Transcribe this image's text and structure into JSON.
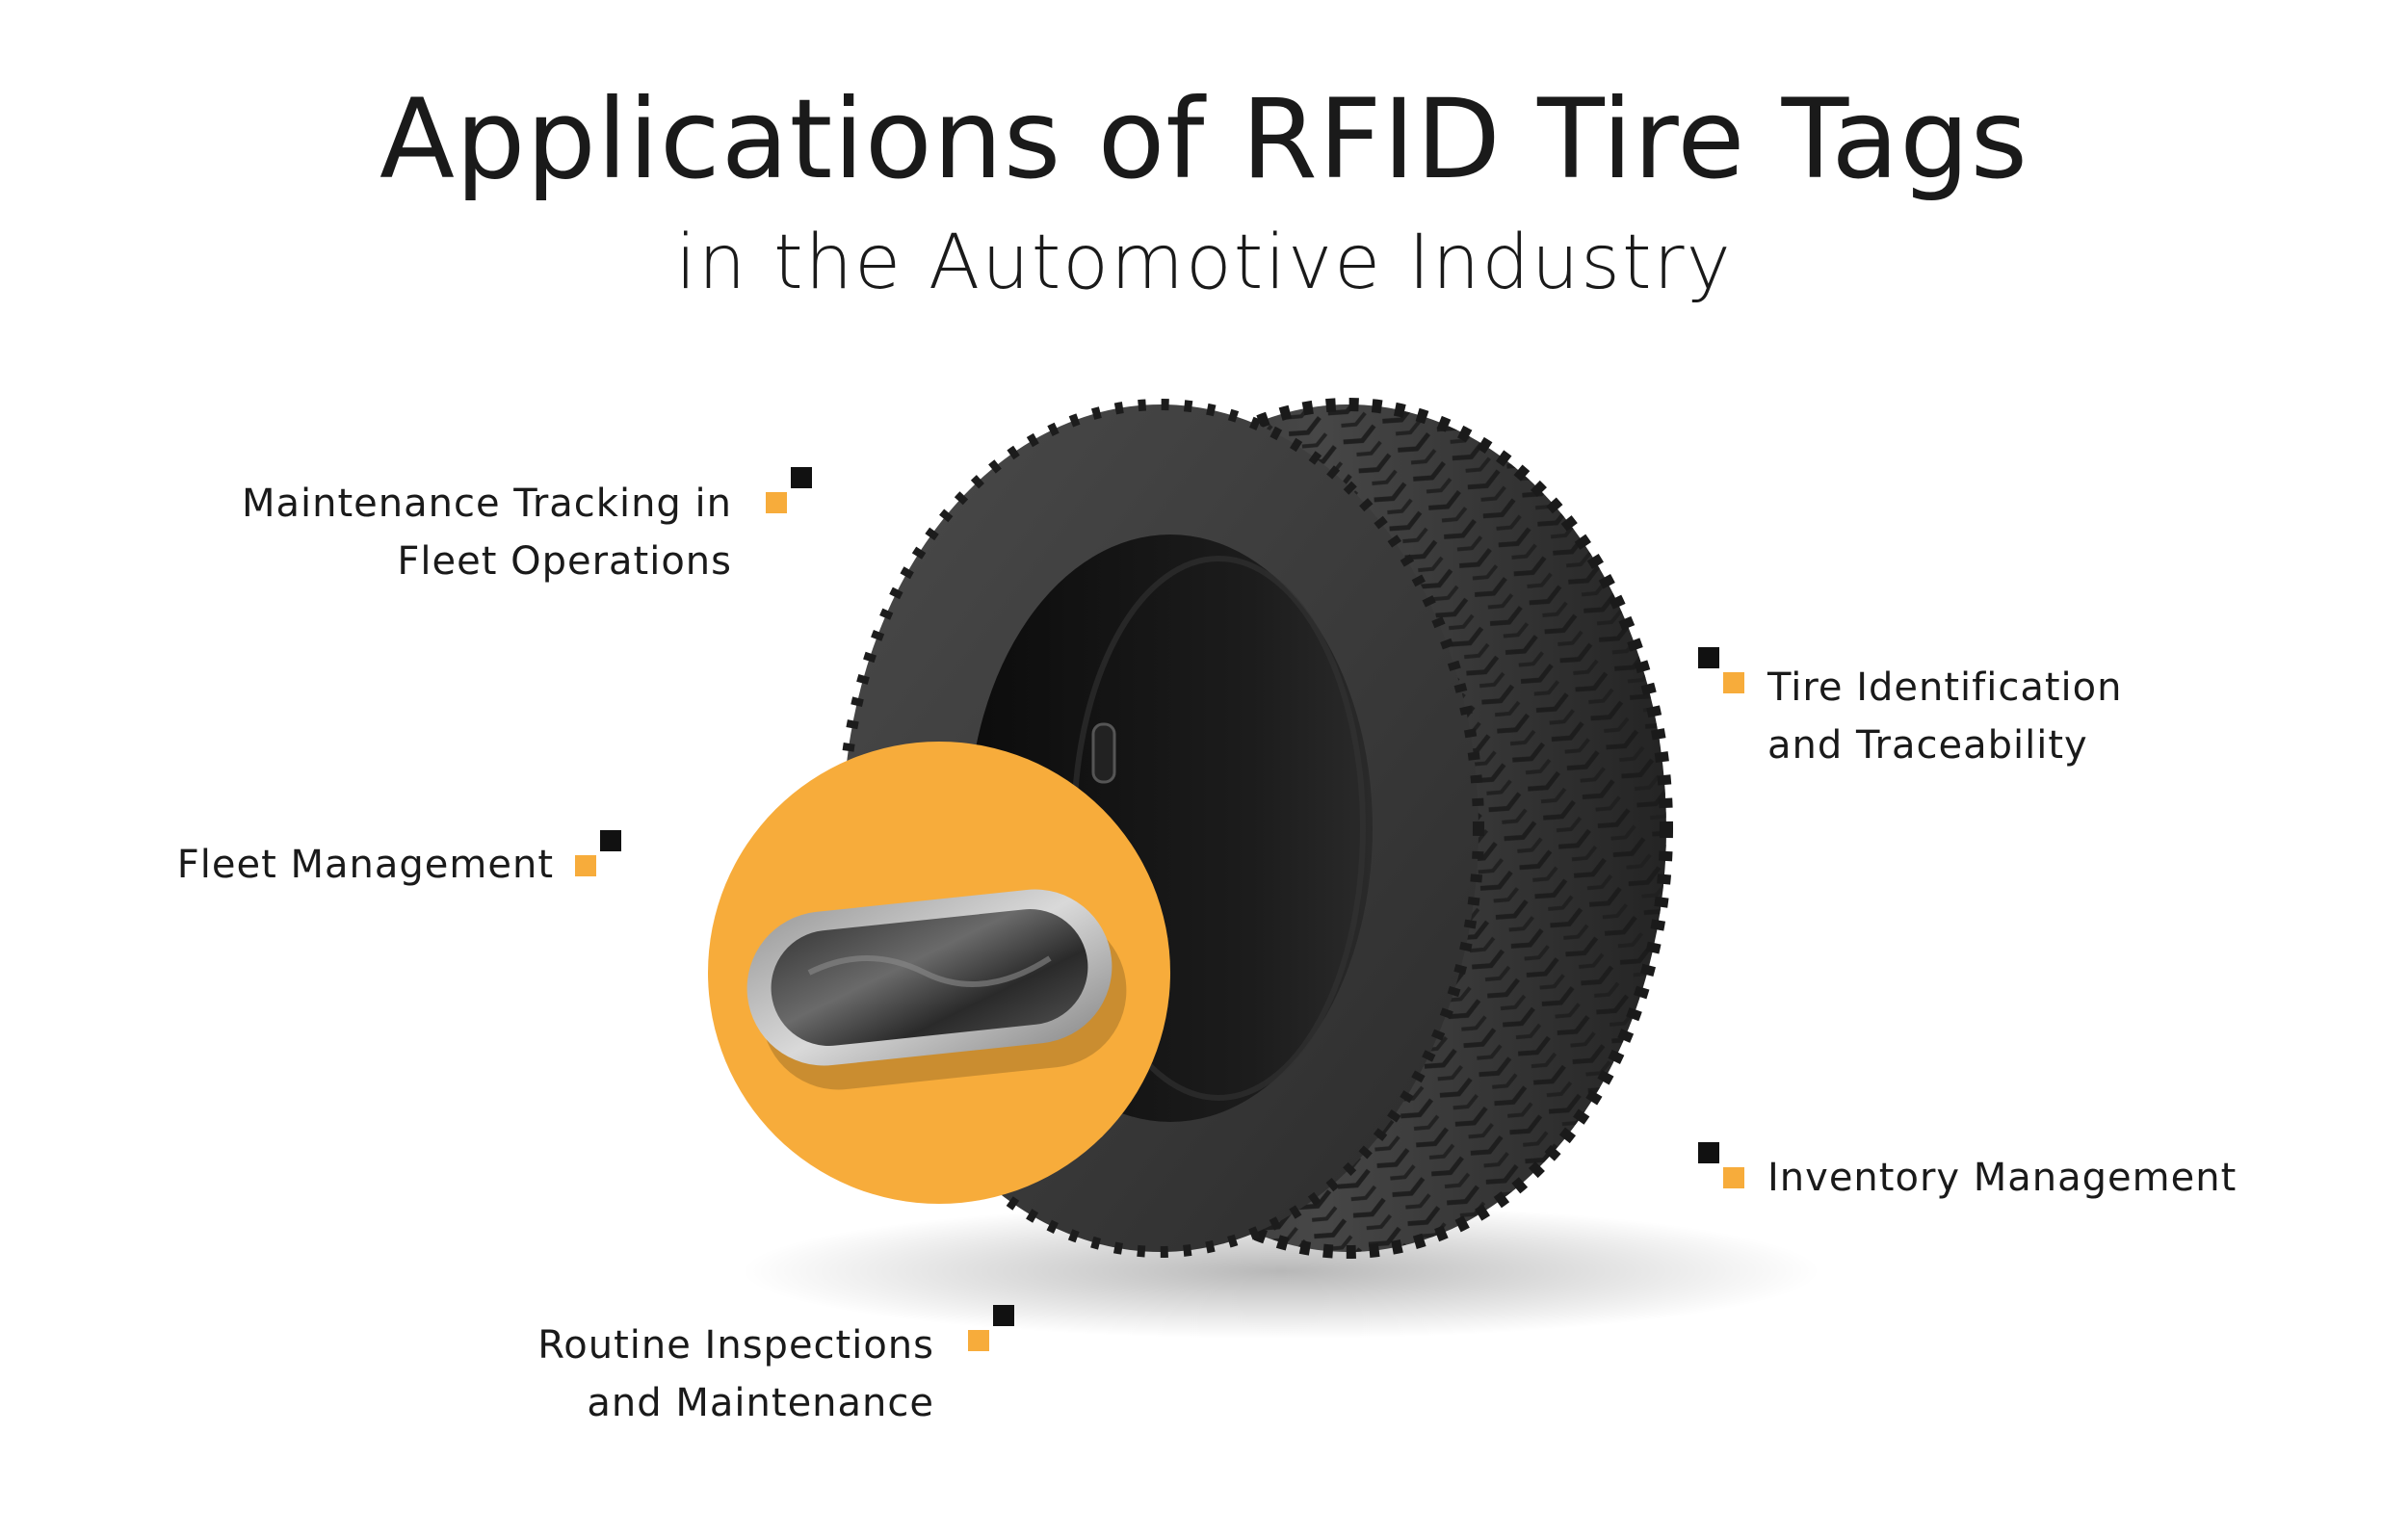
{
  "title": "Applications of RFID Tire Tags",
  "subtitle": "in the Automotive Industry",
  "colors": {
    "accent": "#f7ac3b",
    "dark": "#111111",
    "tire": "#3a3a3a"
  },
  "labels": {
    "maintenance_tracking": {
      "line1": "Maintenance Tracking in",
      "line2": "Fleet Operations"
    },
    "fleet_management": {
      "line1": "Fleet Management"
    },
    "routine_inspections": {
      "line1": "Routine Inspections",
      "line2": "and Maintenance"
    },
    "tire_identification": {
      "line1": "Tire Identification",
      "line2": "and Traceability"
    },
    "inventory_management": {
      "line1": "Inventory Management"
    }
  }
}
